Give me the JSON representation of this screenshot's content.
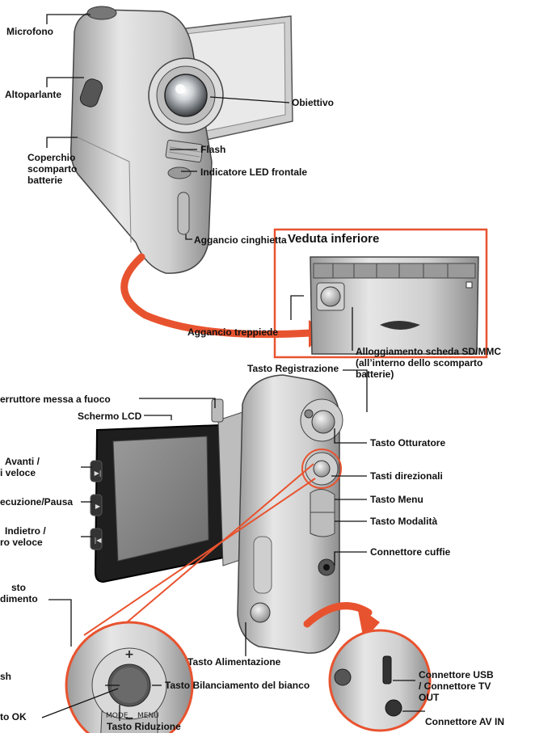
{
  "labels": {
    "microfono": "Microfono",
    "altoparlante": "Altoparlante",
    "coperchio": [
      "Coperchio",
      "scomparto",
      "batterie"
    ],
    "obiettivo": "Obiettivo",
    "flash": "Flash",
    "led": "Indicatore LED frontale",
    "cinghietta": "Aggancio cinghietta",
    "veduta": "Veduta inferiore",
    "treppiede": "Aggancio treppiede",
    "alloggiamento": [
      "Alloggiamento scheda SD/MMC",
      "(all’interno dello scomparto",
      "batterie)"
    ],
    "registrazione": "Tasto Registrazione",
    "interruttore": "erruttore messa a fuoco",
    "schermo": "Schermo LCD",
    "avanti": [
      "Avanti /",
      "i veloce"
    ],
    "esecuzione": "ecuzione/Pausa",
    "indietro": [
      "Indietro /",
      "ro veloce"
    ],
    "otturatore": "Tasto Otturatore",
    "direzionali": "Tasti direzionali",
    "menu": "Tasto Menu",
    "modalita": "Tasto Modalità",
    "cuffie": "Connettore cuffie",
    "ingrandimento": [
      "sto",
      "dimento"
    ],
    "flash2": "sh",
    "ok": "to OK",
    "alimentazione": "Tasto Alimentazione",
    "bilanciamento": "Tasto Bilanciamento del bianco",
    "riduzione": "Tasto Riduzione",
    "usb": [
      "Connettore USB",
      "/ Connettore TV",
      "OUT"
    ],
    "avin": "Connettore AV IN"
  },
  "device_text": {
    "mode": "MODE",
    "menu": "MENU",
    "plus": "+",
    "minus": "−"
  },
  "colors": {
    "accent": "#e8532f",
    "line": "#111111",
    "body": "#d6d6d6"
  }
}
